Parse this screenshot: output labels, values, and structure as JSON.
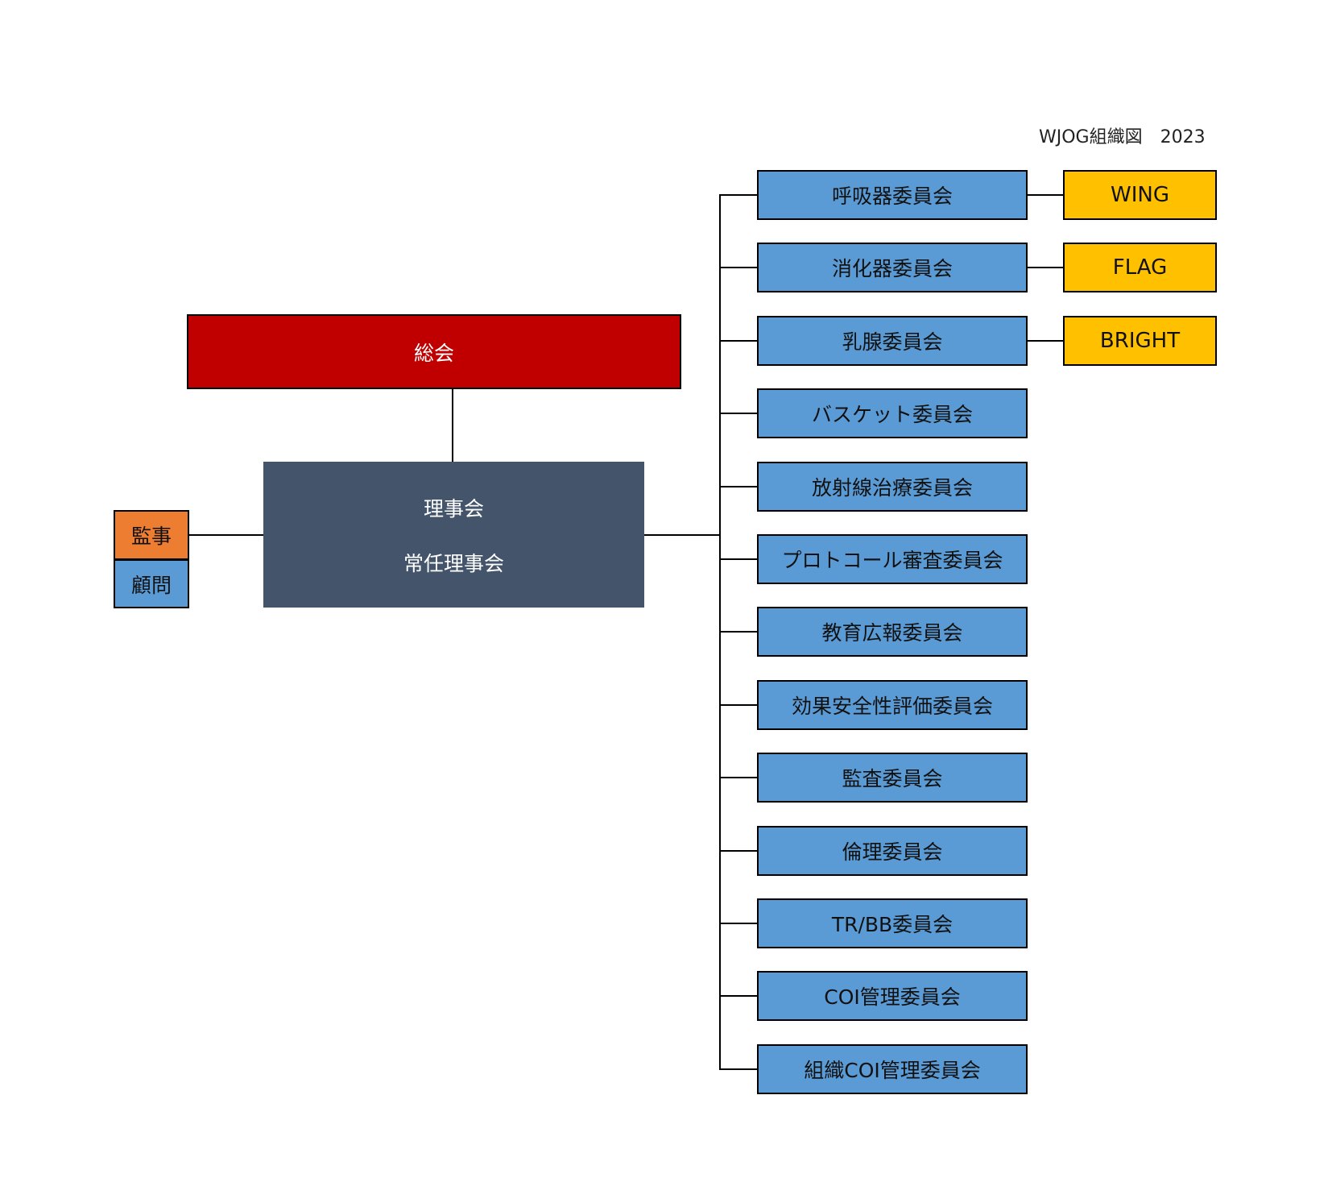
{
  "header": {
    "title": "WJOG組織図　2023"
  },
  "general_assembly": "総会",
  "board": {
    "line1": "理事会",
    "line2": "常任理事会"
  },
  "auditor": "監事",
  "advisor": "顧問",
  "committees": [
    "呼吸器委員会",
    "消化器委員会",
    "乳腺委員会",
    "バスケット委員会",
    "放射線治療委員会",
    "プロトコール審査委員会",
    "教育広報委員会",
    "効果安全性評価委員会",
    "監査委員会",
    "倫理委員会",
    "TR/BB委員会",
    "COI管理委員会",
    "組織COI管理委員会"
  ],
  "groups": [
    "WING",
    "FLAG",
    "BRIGHT"
  ],
  "colors": {
    "general_assembly": "#c00000",
    "board": "#44546a",
    "auditor": "#ed7d31",
    "committee": "#5b9bd5",
    "group": "#ffc000"
  }
}
